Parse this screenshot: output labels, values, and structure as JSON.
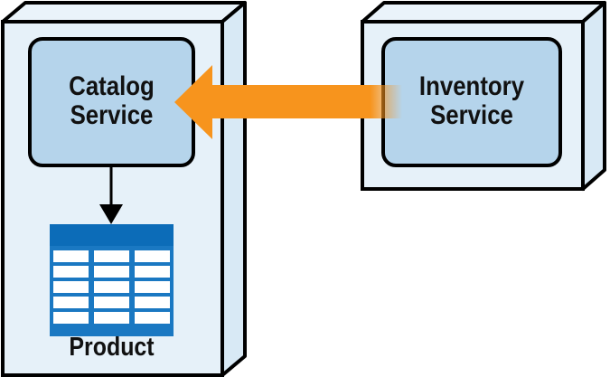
{
  "nodes": {
    "catalog_service": {
      "line1": "Catalog",
      "line2": "Service"
    },
    "inventory_service": {
      "line1": "Inventory",
      "line2": "Service"
    },
    "product_table": {
      "label": "Product"
    }
  },
  "edges": [
    {
      "from": "inventory_service",
      "to": "catalog_service",
      "style": "thick-gradient-arrow",
      "color": "#f7941d"
    },
    {
      "from": "catalog_service",
      "to": "product_table",
      "style": "thin-arrow",
      "color": "#000000"
    }
  ],
  "colors": {
    "box_outer_fill": "#e6f1f9",
    "service_fill": "#b5d4eb",
    "table_header": "#0c6cb8",
    "table_body": "#1a78c2",
    "arrow_orange": "#f7941d",
    "stroke": "#000000"
  }
}
